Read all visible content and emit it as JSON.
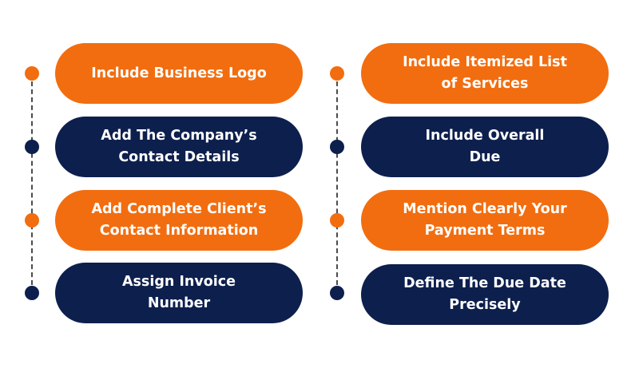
{
  "colors": {
    "orange": "#f26d0f",
    "navy": "#0d1f4d",
    "connector": "#4b4b4b"
  },
  "columns": [
    {
      "items": [
        {
          "label": "Include Business Logo",
          "color": "orange"
        },
        {
          "label": "Add The Company’s\nContact Details",
          "color": "navy"
        },
        {
          "label": "Add Complete Client’s\nContact Information",
          "color": "orange"
        },
        {
          "label": "Assign Invoice\nNumber",
          "color": "navy"
        }
      ]
    },
    {
      "items": [
        {
          "label": "Include Itemized List\nof Services",
          "color": "orange"
        },
        {
          "label": "Include Overall\nDue",
          "color": "navy"
        },
        {
          "label": "Mention Clearly Your\nPayment Terms",
          "color": "orange"
        },
        {
          "label": "Define The Due Date\nPrecisely",
          "color": "navy"
        }
      ]
    }
  ]
}
